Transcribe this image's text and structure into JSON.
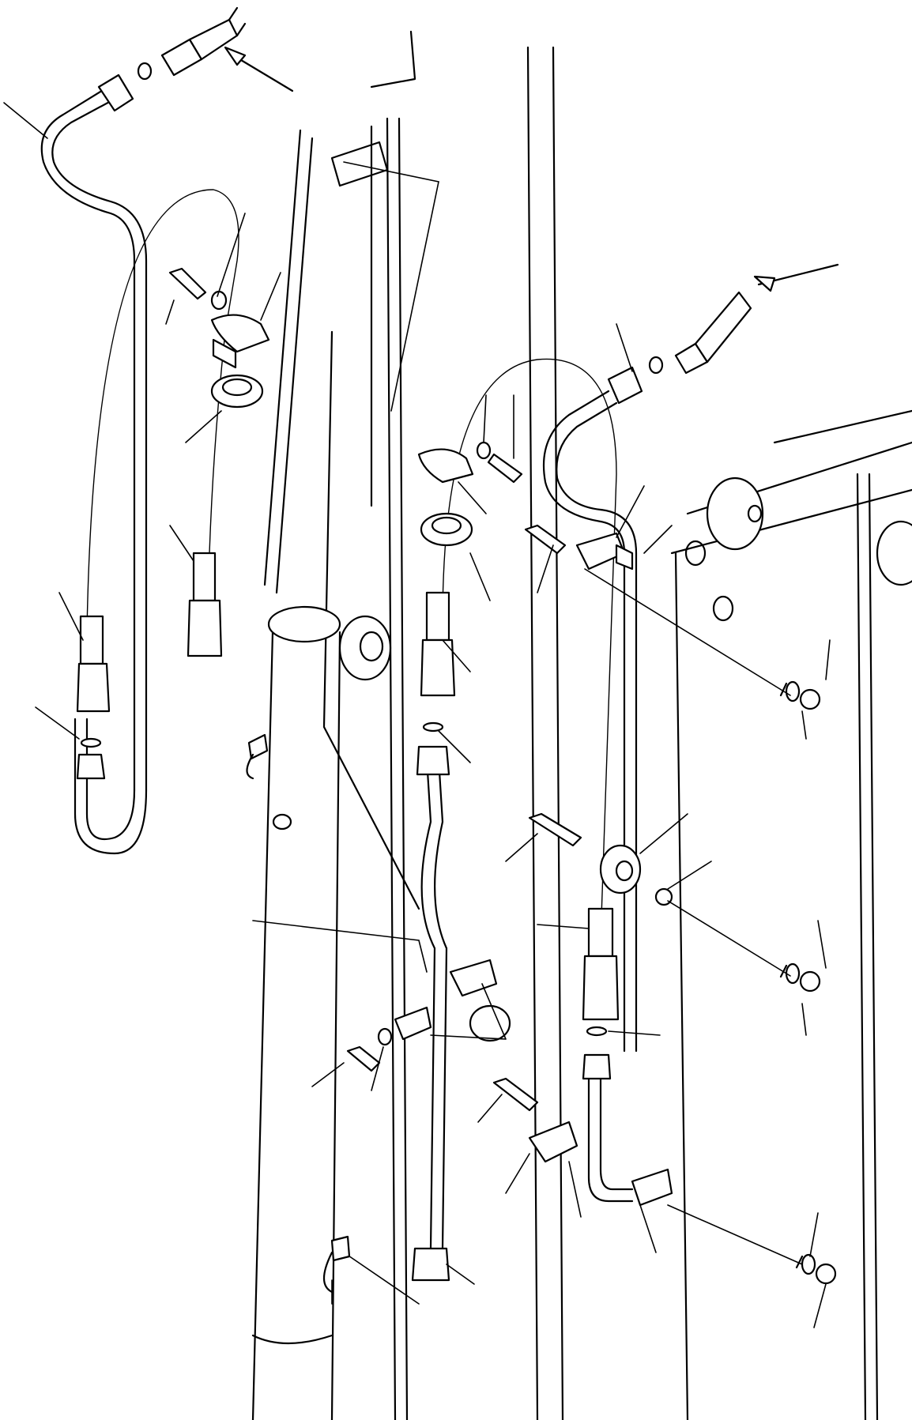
{
  "figure": {
    "labels": []
  },
  "colors": {
    "line": "#000000",
    "background": "#ffffff"
  },
  "components": {
    "tubes": [
      "tube-upper-left",
      "tube-center",
      "tube-right"
    ],
    "hoses": [
      "hose-left",
      "hose-center",
      "hose-right"
    ],
    "fittings": [
      "fitting-top-left",
      "fitting-top-right"
    ]
  }
}
